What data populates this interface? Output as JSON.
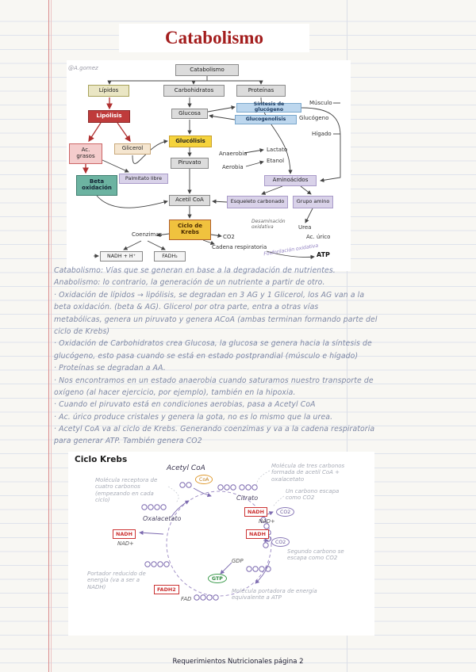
{
  "page": {
    "title": "Catabolismo",
    "handle": "@A.gomez",
    "footer": "Requerimientos Nutricionales página 2",
    "colors": {
      "title_red": "#a31d1d",
      "margin_red": "#d98b8b",
      "ink_blue": "#7e88a5"
    }
  },
  "flowchart": {
    "catabolismo": "Catabolismo",
    "lipidos": "Lípidos",
    "carbohidratos": "Carbohidratos",
    "proteinas": "Proteínas",
    "lipolisis": "Lipólisis",
    "sintesis_glucogeno": "Síntesis de glucógeno",
    "glucogenolisis": "Glucogenolisis",
    "glucosa": "Glucosa",
    "musculo": "Músculo",
    "glucogeno": "Glucógeno",
    "higado": "Hígado",
    "glucolisis": "Glucólisis",
    "ac_grasos": "Ac. grasos",
    "glicerol": "Glicerol",
    "piruvato": "Piruvato",
    "anaerobia": "Anaerobia",
    "lactato": "Lactato",
    "aerobia": "Aerobia",
    "etanol": "Etanol",
    "beta_oxidacion": "Beta oxidación",
    "palmitato_libre": "Palmitato libre",
    "aminoacidos": "Aminoácidos",
    "acetil_coa": "Acetil CoA",
    "esqueleto_carbonado": "Esqueleto carbonado",
    "grupo_amino": "Grupo amino",
    "ciclo_krebs": "Ciclo de Krebs",
    "coenzimas": "Coenzimas",
    "co2": "CO2",
    "cadena_respiratoria": "Cadena respiratoria",
    "urea": "Urea",
    "ac_urico": "Ac. úrico",
    "desaminacion": "Desaminación oxidativa",
    "nadh": "NADH + H⁺",
    "fadh2": "FADH₂",
    "fosforilacion": "Fosforilación oxidativa",
    "atp": "ATP"
  },
  "notes": {
    "lines": [
      "Catabolismo: Vías que se generan en base a la degradación de nutrientes.",
      "Anabolismo: lo contrario, la generación de un nutriente a partir de otro.",
      "· Oxidación de lípidos → lipólisis, se degradan en 3 AG y 1 Glicerol, los AG van a la",
      "beta oxidación. (beta & AG). Glicerol por otra parte, entra a otras vías",
      "metabólicas, genera un piruvato y genera ACoA (ambas terminan formando parte del",
      "ciclo de Krebs)",
      "· Oxidación de Carbohidratos crea Glucosa, la glucosa se genera hacia la síntesis de",
      "glucógeno, esto pasa cuando se está en estado postprandial (músculo e hígado)",
      "· Proteínas se degradan a AA.",
      "· Nos encontramos en un estado anaerobia cuando saturamos nuestro transporte de",
      "oxígeno (al hacer ejercicio, por ejemplo), también en la hipoxia.",
      "· Cuando el piruvato está en condiciones aerobias, pasa a Acetyl CoA",
      "· Ac. úrico produce cristales y genera la gota, no es lo mismo que la urea.",
      "· Acetyl CoA va al ciclo de Krebs. Generando coenzimas y va a la cadena respiratoria",
      "para generar ATP. También genera CO2"
    ]
  },
  "krebs": {
    "heading": "Ciclo Krebs",
    "acetyl_coa": "Acetyl CoA",
    "coa": "CoA",
    "citrato": "Citrato",
    "oxalacetato": "Oxalacetato",
    "nadh": "NADH",
    "nad": "NAD+",
    "co2": "CO2",
    "gdp": "GDP",
    "gtp": "GTP",
    "fadh2": "FADH2",
    "fad": "FAD",
    "annotations": {
      "citrate": "Molécula de tres carbonos formada de acetil CoA + oxalacetato",
      "co2_first": "Un carbono escapa como CO2",
      "co2_second": "Segundo carbono se escapa como CO2",
      "oxaloacetate": "Molécula receptora de cuatro carbonos (empezando en cada ciclo)",
      "fadh": "Portador reducido de energía (va a ser a NADH)",
      "gtp": "Molécula portadora de energía equivalente a ATP"
    }
  }
}
